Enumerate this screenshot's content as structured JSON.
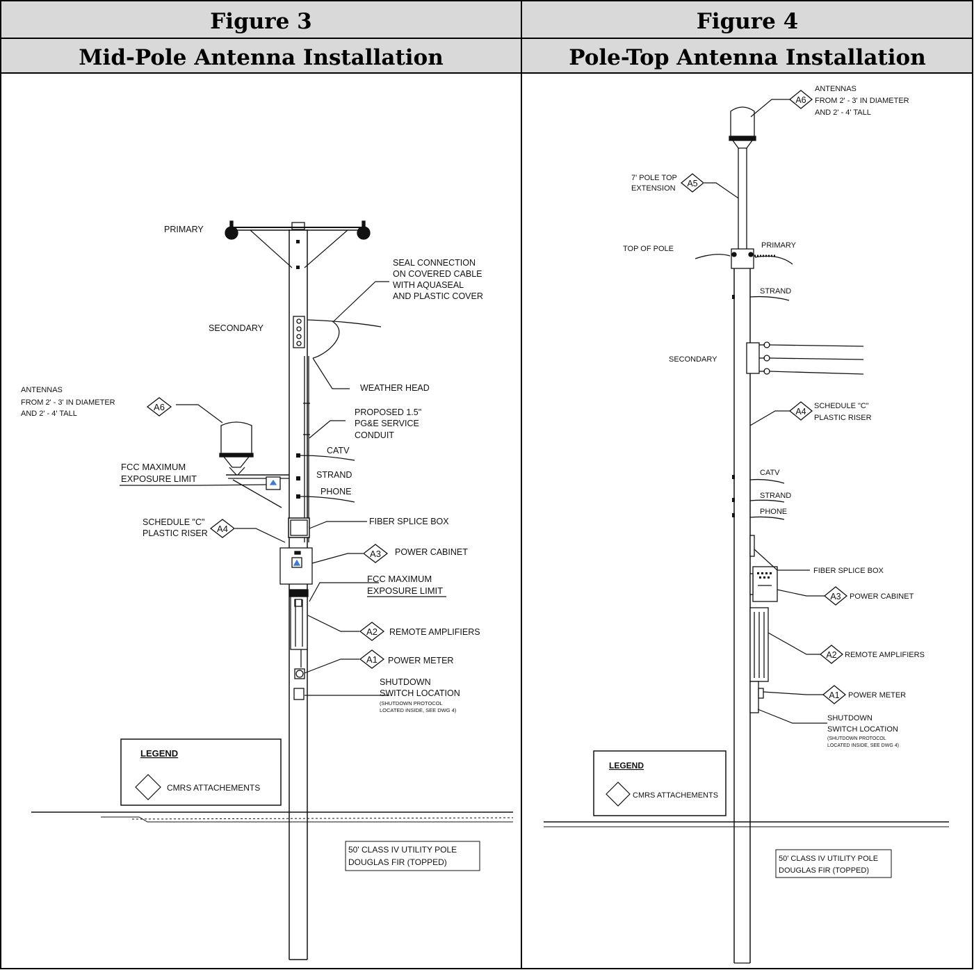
{
  "figures": [
    {
      "number": "Figure 3",
      "title": "Mid-Pole Antenna Installation",
      "labels": {
        "primary": "PRIMARY",
        "seal": [
          "SEAL CONNECTION",
          "ON COVERED CABLE",
          "WITH AQUASEAL",
          "AND PLASTIC COVER"
        ],
        "secondary": "SECONDARY",
        "weather_head": "WEATHER HEAD",
        "antennas": [
          "ANTENNAS",
          "FROM 2' - 3' IN DIAMETER",
          "AND 2' - 4' TALL"
        ],
        "conduit": [
          "PROPOSED 1.5\"",
          "PG&E SERVICE",
          "CONDUIT"
        ],
        "catv": "CATV",
        "fcc1": [
          "FCC MAXIMUM",
          "EXPOSURE LIMIT"
        ],
        "strand": "STRAND",
        "phone": "PHONE",
        "riser": [
          "SCHEDULE \"C\"",
          "PLASTIC RISER"
        ],
        "fiber": "FIBER SPLICE BOX",
        "power_cabinet": "POWER CABINET",
        "fcc2": [
          "FCC MAXIMUM",
          "EXPOSURE LIMIT"
        ],
        "amplifiers": "REMOTE AMPLIFIERS",
        "meter": "POWER METER",
        "shutdown": [
          "SHUTDOWN",
          "SWITCH LOCATION"
        ],
        "shutdown_note": [
          "(SHUTDOWN PROTOCOL",
          "LOCATED INSIDE, SEE DWG 4)"
        ],
        "legend_title": "LEGEND",
        "legend_item": "CMRS ATTACHEMENTS",
        "pole": [
          "50' CLASS IV UTILITY POLE",
          "DOUGLAS FIR (TOPPED)"
        ]
      },
      "tags": {
        "a6": "A6",
        "a4": "A4",
        "a3": "A3",
        "a2": "A2",
        "a1": "A1"
      }
    },
    {
      "number": "Figure 4",
      "title": "Pole-Top Antenna Installation",
      "labels": {
        "antennas": [
          "ANTENNAS",
          "FROM 2' - 3' IN DIAMETER",
          "AND 2' - 4' TALL"
        ],
        "extension": [
          "7' POLE TOP",
          "EXTENSION"
        ],
        "top_of_pole": "TOP OF POLE",
        "primary": "PRIMARY",
        "strand": "STRAND",
        "secondary": "SECONDARY",
        "riser": [
          "SCHEDULE \"C\"",
          "PLASTIC RISER"
        ],
        "catv": "CATV",
        "strand2": "STRAND",
        "phone": "PHONE",
        "fiber": "FIBER SPLICE BOX",
        "power_cabinet": "POWER CABINET",
        "amplifiers": "REMOTE AMPLIFIERS",
        "meter": "POWER METER",
        "shutdown": [
          "SHUTDOWN",
          "SWITCH LOCATION"
        ],
        "shutdown_note": [
          "(SHUTDOWN PROTOCOL",
          "LOCATED INSIDE, SEE DWG 4)"
        ],
        "legend_title": "LEGEND",
        "legend_item": "CMRS ATTACHEMENTS",
        "pole": [
          "50' CLASS IV UTILITY POLE",
          "DOUGLAS FIR (TOPPED)"
        ]
      },
      "tags": {
        "a6": "A6",
        "a5": "A5",
        "a4": "A4",
        "a3": "A3",
        "a2": "A2",
        "a1": "A1"
      }
    }
  ]
}
